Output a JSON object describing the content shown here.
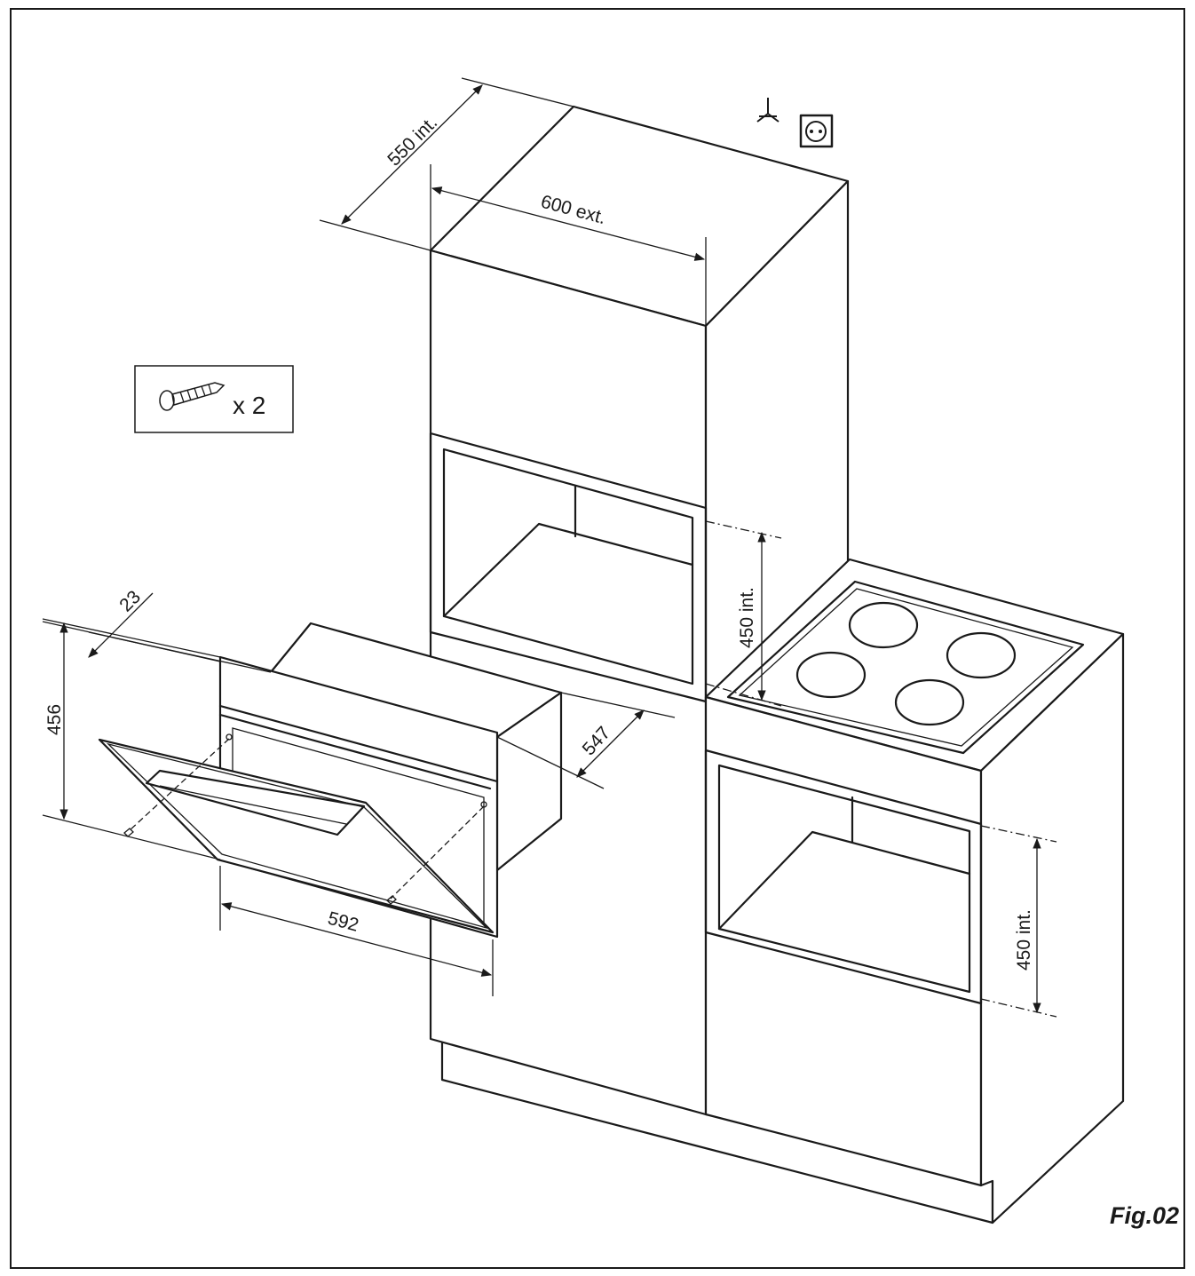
{
  "dimensions": {
    "tall_unit_depth": "550 int.",
    "tall_unit_width": "600 ext.",
    "tall_niche_height": "450 int.",
    "hob_unit_niche_height": "450 int.",
    "oven_height": "456",
    "front_thickness": "23",
    "oven_depth": "547",
    "oven_width": "592"
  },
  "screws": {
    "quantity_label": "x 2"
  },
  "figure_label": "Fig.02",
  "icons": {
    "earth": "earth-ground-symbol",
    "socket": "power-socket",
    "screw": "screw"
  }
}
